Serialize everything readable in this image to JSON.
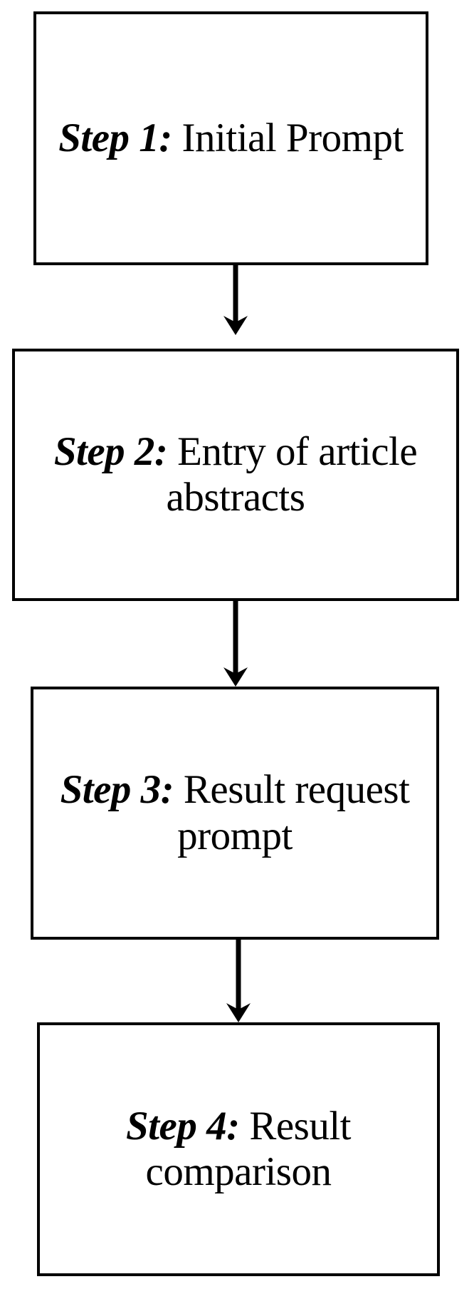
{
  "diagram": {
    "title": "Four-step prompting workflow flowchart",
    "orientation": "vertical top-to-bottom",
    "background_color": "#ffffff",
    "stroke_color": "#000000",
    "nodes": [
      {
        "id": "step-1",
        "step_label": "Step 1:",
        "body": " Initial Prompt",
        "lines": [
          "Step 1: Initial",
          "Prompt"
        ]
      },
      {
        "id": "step-2",
        "step_label": "Step 2:",
        "body": " Entry of article abstracts",
        "lines": [
          "Step 2: Entry of",
          "article",
          "abstracts"
        ]
      },
      {
        "id": "step-3",
        "step_label": "Step 3:",
        "body": " Result request prompt",
        "lines": [
          "Step 3: Result",
          "request",
          "prompt"
        ]
      },
      {
        "id": "step-4",
        "step_label": "Step 4:",
        "body": " Result comparison",
        "lines": [
          "Step 4: Result",
          "comparison"
        ]
      }
    ],
    "connectors": [
      {
        "id": "arrow-1-2",
        "from": "step-1",
        "to": "step-2",
        "shape": "down-arrow"
      },
      {
        "id": "arrow-2-3",
        "from": "step-2",
        "to": "step-3",
        "shape": "down-arrow"
      },
      {
        "id": "arrow-3-4",
        "from": "step-3",
        "to": "step-4",
        "shape": "down-arrow"
      }
    ]
  }
}
